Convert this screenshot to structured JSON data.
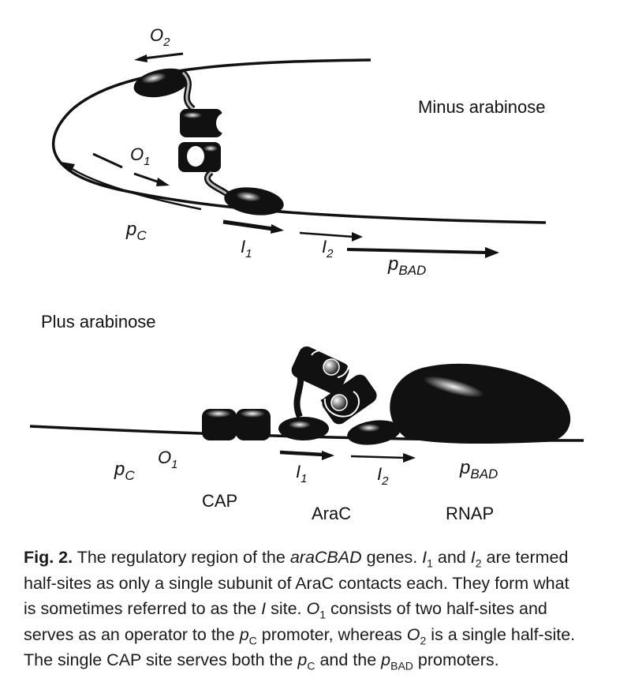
{
  "top_panel": {
    "state_label": "Minus arabinose",
    "o2": {
      "base": "O",
      "sub": "2"
    },
    "o1": {
      "base": "O",
      "sub": "1"
    },
    "pc": {
      "base": "p",
      "sub": "C"
    },
    "i1": {
      "base": "I",
      "sub": "1"
    },
    "i2": {
      "base": "I",
      "sub": "2"
    },
    "pbad": {
      "base": "p",
      "sub": "BAD"
    }
  },
  "bottom_panel": {
    "state_label": "Plus arabinose",
    "pc": {
      "base": "p",
      "sub": "C"
    },
    "o1": {
      "base": "O",
      "sub": "1"
    },
    "i1": {
      "base": "I",
      "sub": "1"
    },
    "i2": {
      "base": "I",
      "sub": "2"
    },
    "pbad": {
      "base": "p",
      "sub": "BAD"
    },
    "cap_label": "CAP",
    "arac_label": "AraC",
    "rnap_label": "RNAP"
  },
  "caption": {
    "fig_label": "Fig. 2.",
    "line1_a": " The regulatory region of the ",
    "line1_gene": "araCBAD",
    "line1_b": " genes. ",
    "line1_i1": "I",
    "line1_i1_sub": "1",
    "line1_c": " and ",
    "line1_i2": "I",
    "line1_i2_sub": "2",
    "line1_d": " are termed",
    "line2": "half-sites as only a single subunit of AraC contacts each. They form what",
    "line3_a": "is sometimes referred to as the ",
    "line3_i": "I",
    "line3_b": " site. ",
    "line4_o1": "O",
    "line4_o1_sub": "1",
    "line3_c": " consists of two half-sites and",
    "line4_a": "serves as an operator to the ",
    "line4_p": "p",
    "line4_p_sub": "C",
    "line4_b": " promoter, whereas ",
    "line4_o2": "O",
    "line4_o2_sub": "2",
    "line4_c": " is a single half-site.",
    "line5_a": "The single CAP site serves both the ",
    "line5_p1": "p",
    "line5_p1_sub": "C",
    "line5_b": " and the ",
    "line5_p2": "p",
    "line5_p2_sub": "BAD",
    "line5_c": " promoters."
  },
  "colors": {
    "ink": "#111111",
    "highlight": "#ffffff"
  }
}
